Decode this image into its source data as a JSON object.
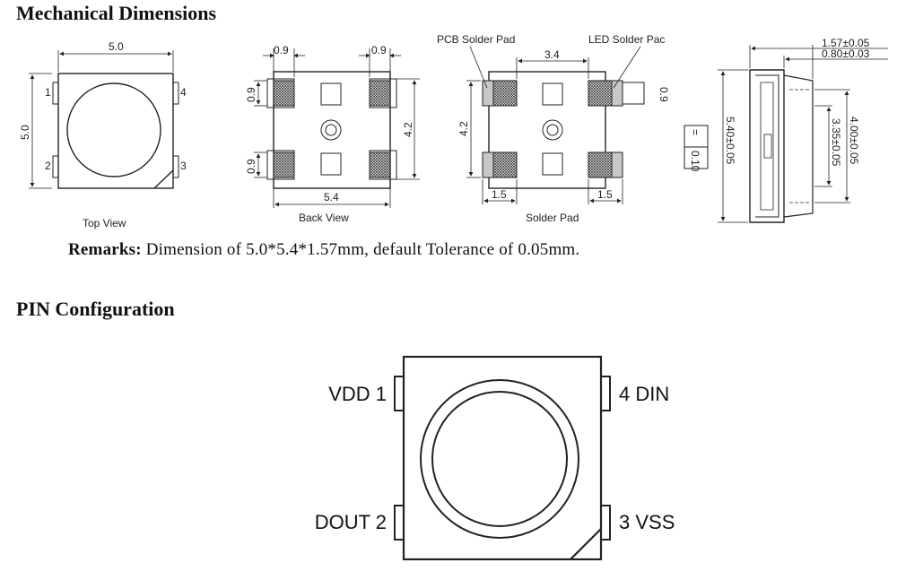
{
  "headings": {
    "mechanical": "Mechanical  Dimensions",
    "pin": "PIN  Configuration"
  },
  "remarks": {
    "label": "Remarks:",
    "text": "Dimension of 5.0*5.4*1.57mm, default Tolerance of 0.05mm."
  },
  "top_view": {
    "caption": "Top View",
    "width": "5.0",
    "height": "5.0",
    "pins": [
      "1",
      "2",
      "3",
      "4"
    ]
  },
  "back_view": {
    "caption": "Back View",
    "pad_left": "0.9",
    "pad_right": "0.9",
    "pad_h_top": "0.9",
    "pad_h_bottom": "0.9",
    "height": "4.2",
    "width": "5.4"
  },
  "solder_pad": {
    "caption": "Solder Pad",
    "pcb_label": "PCB Solder Pad",
    "led_label": "LED Solder Pac",
    "spacing": "3.4",
    "height": "4.2",
    "pad_h": "0.9",
    "left_w": "1.5",
    "right_w": "1.5"
  },
  "side_view": {
    "total_thickness": "1.57±0.05",
    "top_thickness": "0.80±0.03",
    "length": "5.40±0.05",
    "inner_length": "4.00±0.05",
    "window_length": "3.35±0.05",
    "flatness": "0.10",
    "flatness_symbol": "="
  },
  "pin_config": {
    "pins": {
      "p1": "VDD 1",
      "p2": "DOUT 2",
      "p3": "3  VSS",
      "p4": "4  DIN"
    }
  }
}
